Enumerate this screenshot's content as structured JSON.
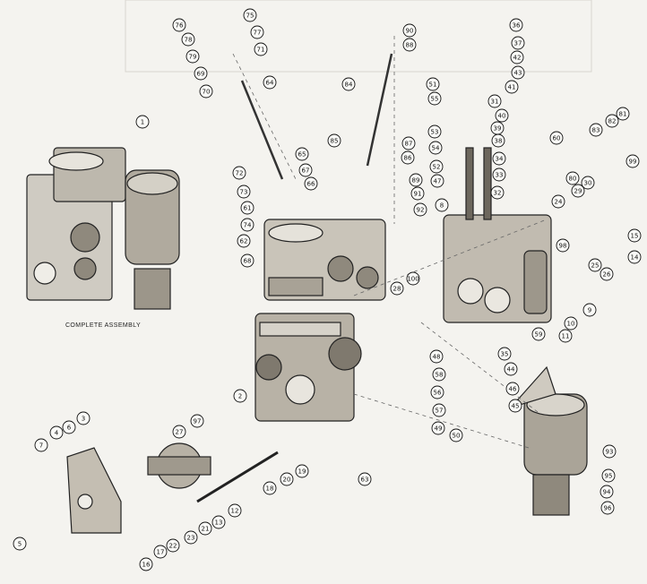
{
  "caption": "COMPLETE ASSEMBLY",
  "callouts": [
    "1",
    "2",
    "3",
    "4",
    "5",
    "6",
    "7",
    "8",
    "9",
    "10",
    "11",
    "12",
    "13",
    "14",
    "15",
    "16",
    "17",
    "18",
    "19",
    "20",
    "21",
    "22",
    "23",
    "24",
    "25",
    "26",
    "27",
    "28",
    "29",
    "30",
    "31",
    "32",
    "33",
    "34",
    "35",
    "36",
    "37",
    "38",
    "39",
    "40",
    "41",
    "42",
    "43",
    "44",
    "45",
    "46",
    "47",
    "48",
    "49",
    "50",
    "51",
    "52",
    "53",
    "54",
    "55",
    "56",
    "57",
    "58",
    "59",
    "60",
    "61",
    "62",
    "63",
    "64",
    "65",
    "66",
    "67",
    "68",
    "69",
    "70",
    "71",
    "72",
    "73",
    "74",
    "75",
    "76",
    "77",
    "78",
    "79",
    "80",
    "81",
    "82",
    "83",
    "84",
    "85",
    "86",
    "87",
    "88",
    "89",
    "90",
    "91",
    "92",
    "93",
    "94",
    "95",
    "96",
    "97",
    "98",
    "99",
    "100"
  ]
}
